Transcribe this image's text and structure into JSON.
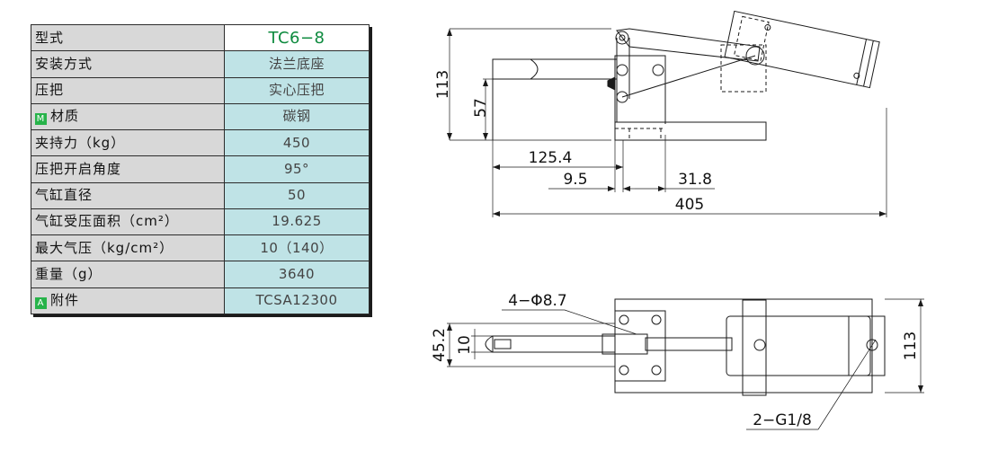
{
  "spec_table": {
    "rows": [
      {
        "label": "型式",
        "value": "TC6−8"
      },
      {
        "label": "安装方式",
        "value": "法兰底座"
      },
      {
        "label": "压把",
        "value": "实心压把"
      },
      {
        "label": "材质",
        "badge": "M",
        "value": "碳钢"
      },
      {
        "label": "夹持力（kg）",
        "value": "450"
      },
      {
        "label": "压把开启角度",
        "value": "95°"
      },
      {
        "label": "气缸直径",
        "value": "50"
      },
      {
        "label": "气缸受压面积（cm²）",
        "value": "19.625"
      },
      {
        "label": "最大气压（kg/cm²）",
        "value": "10（140）"
      },
      {
        "label": "重量（g）",
        "value": "3640"
      },
      {
        "label": "附件",
        "badge": "A",
        "value": "TCSA12300"
      }
    ]
  },
  "colors": {
    "header_value": "#0d8a3e",
    "value_cell": "#bfe3e6",
    "label_cell": "#d8d8d8",
    "badge": "#27b34a"
  },
  "side_view": {
    "dim_height_total": "113",
    "dim_height_clamp": "57",
    "dim_reach": "125.4",
    "dim_offset_a": "9.5",
    "dim_offset_b": "31.8",
    "dim_length_total": "405"
  },
  "top_view": {
    "dim_holes": "4−Φ8.7",
    "dim_width_base": "45.2",
    "dim_bar_width": "10",
    "dim_height_total": "113",
    "dim_port": "2−G1/8"
  }
}
